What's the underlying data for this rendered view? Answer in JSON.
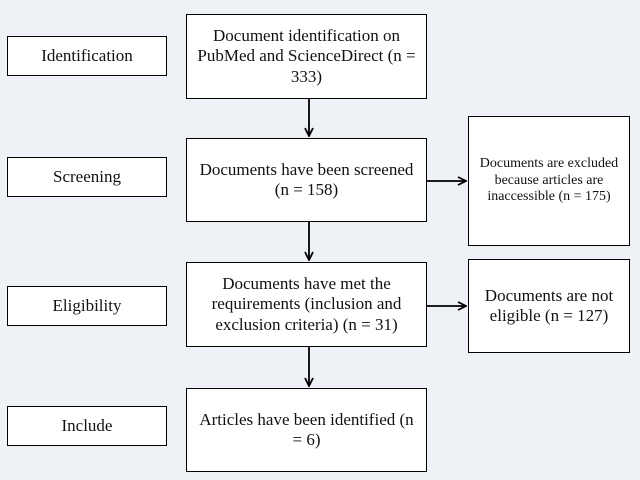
{
  "stages": [
    {
      "id": "identification",
      "label": "Identification"
    },
    {
      "id": "screening",
      "label": "Screening"
    },
    {
      "id": "eligibility",
      "label": "Eligibility"
    },
    {
      "id": "include",
      "label": "Include"
    }
  ],
  "main_flow": [
    {
      "id": "identified",
      "text": "Document identification on PubMed and ScienceDirect (n = 333)"
    },
    {
      "id": "screened",
      "text": "Documents have been screened (n = 158)"
    },
    {
      "id": "eligible",
      "text": "Documents have met the requirements (inclusion and exclusion criteria) (n = 31)"
    },
    {
      "id": "included",
      "text": "Articles have been identified (n = 6)"
    }
  ],
  "side_nodes": [
    {
      "id": "excluded",
      "text": "Documents are excluded because articles are inaccessible (n = 175)"
    },
    {
      "id": "not-eligible",
      "text": "Documents are not eligible (n = 127)"
    }
  ],
  "colors": {
    "background": "#eef1f6",
    "box_fill": "#ffffff",
    "stroke": "#000000"
  }
}
